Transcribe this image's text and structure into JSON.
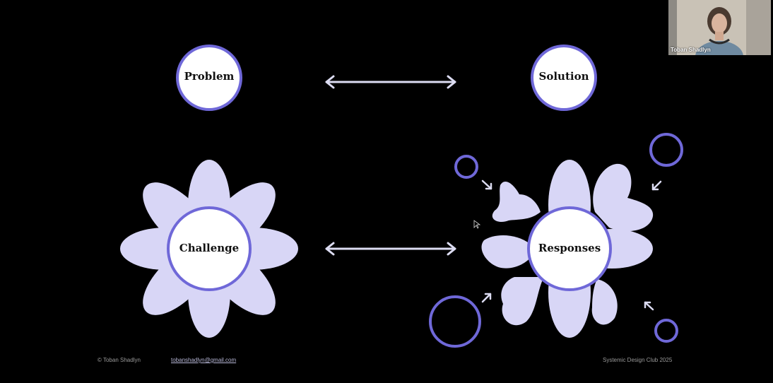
{
  "slide": {
    "top_left": "Problem",
    "top_right": "Solution",
    "bottom_left": "Challenge",
    "bottom_right": "Responses"
  },
  "footer": {
    "copyright": "© Toban Shadlyn",
    "email": "tobanshadlyn@gmail.com",
    "club": "Systemic Design Club 2025"
  },
  "video": {
    "participant_name": "Toban Shadlyn"
  },
  "colors": {
    "petal": "#d8d6f6",
    "ring": "#6f68d8",
    "arrow": "#dcdcf2",
    "background": "#000000"
  }
}
